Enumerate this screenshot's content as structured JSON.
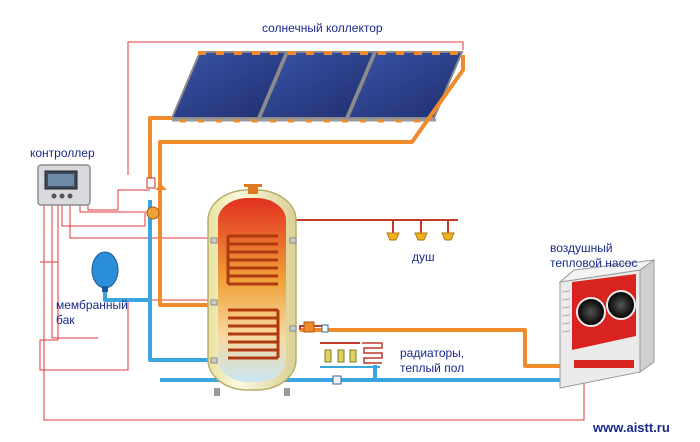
{
  "labels": {
    "solar_collector": "солнечный коллектор",
    "controller": "контроллер",
    "membrane_tank_line1": "мембранный",
    "membrane_tank_line2": "бак",
    "shower": "душ",
    "heat_pump_line1": "воздушный",
    "heat_pump_line2": "тепловой насос",
    "radiators_line1": "радиаторы,",
    "radiators_line2": "теплый пол",
    "website": "www.aistt.ru"
  },
  "colors": {
    "hot_pipe": "#f08a2a",
    "cold_pipe": "#3aa6e0",
    "signal_wire": "#e23a3a",
    "tank_body": "#f6f1c4",
    "panel_glass": "#2b3f8e",
    "label_text": "#1a2a8c"
  },
  "components": {
    "collector_panel_count": 3,
    "shower_head_count": 3
  }
}
